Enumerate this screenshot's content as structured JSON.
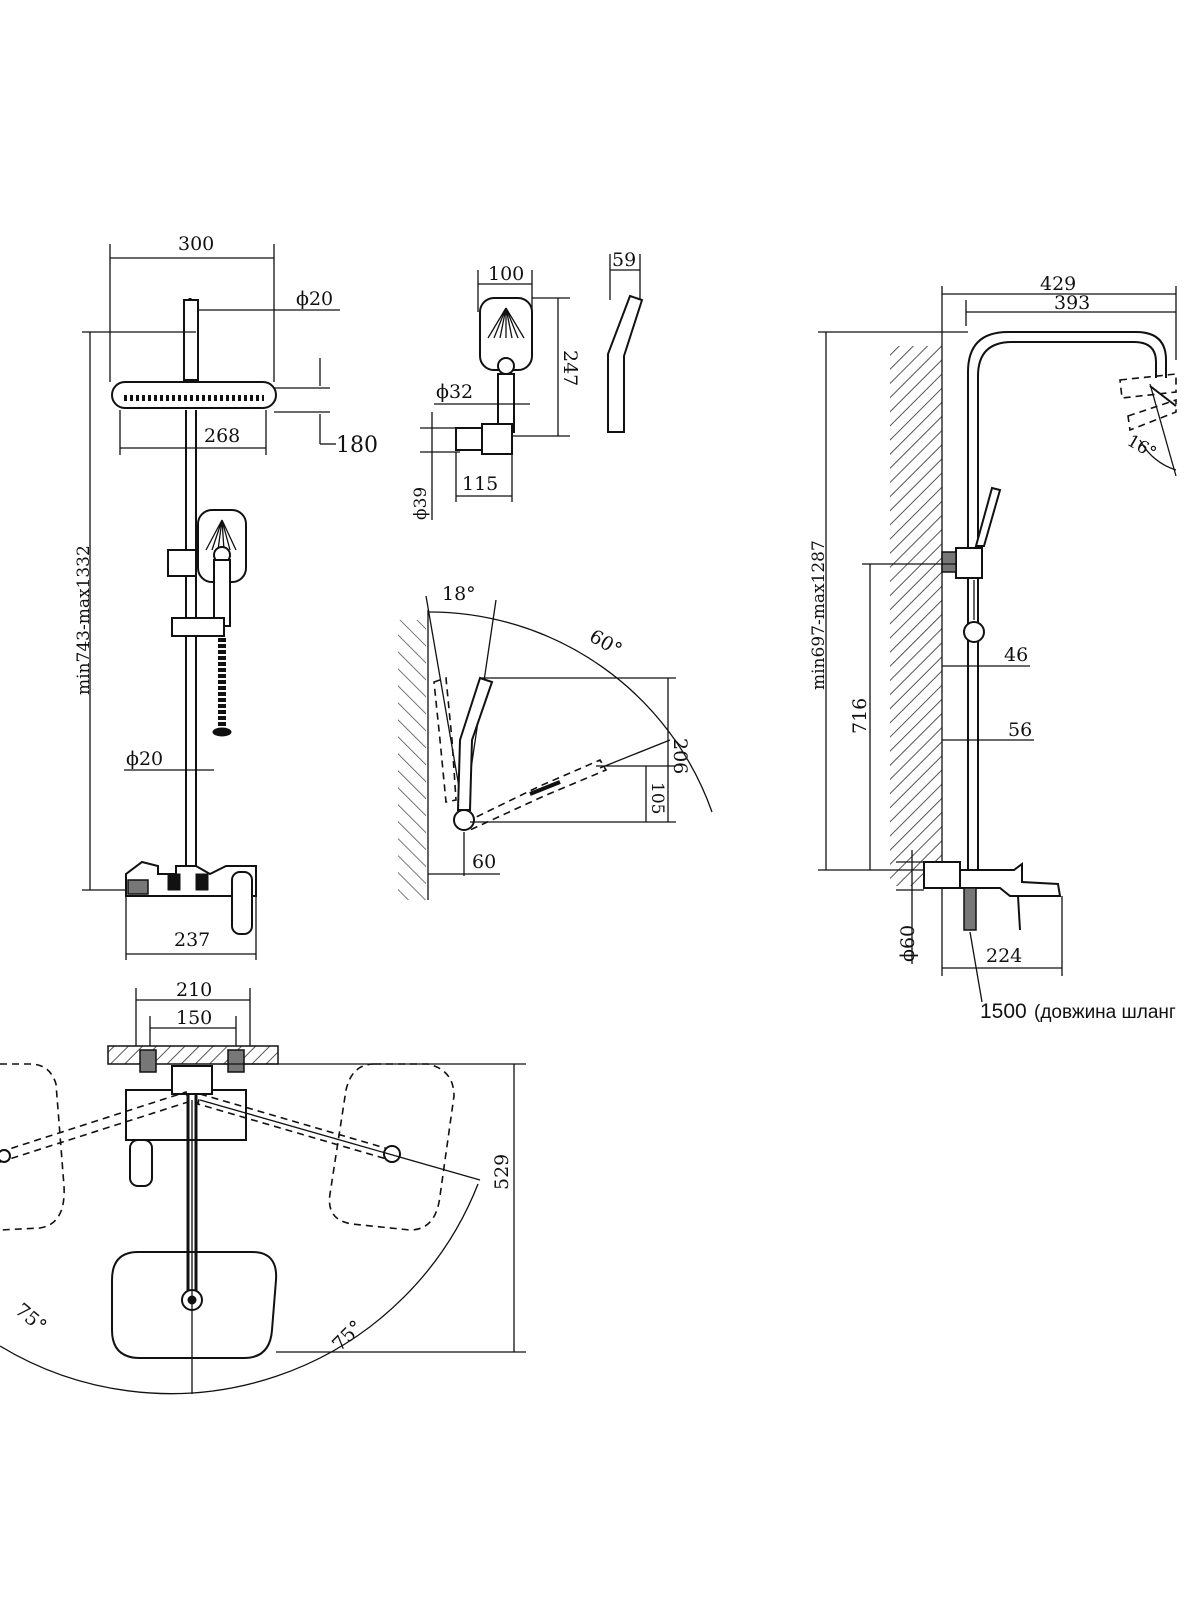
{
  "colors": {
    "line": "#111111",
    "background": "#ffffff",
    "hatch": "#555555"
  },
  "front_view": {
    "width_top": "300",
    "pipe_diameter_top": "ϕ20",
    "head_thickness": "180",
    "head_inner_width": "268",
    "height_range": "min743-max1332",
    "pipe_diameter_lower": "ϕ20",
    "mixer_width": "237"
  },
  "hand_shower": {
    "width": "100",
    "length": "247",
    "handle_diameter": "ϕ32",
    "holder_diameter": "ϕ39",
    "holder_length": "115",
    "side_depth": "59"
  },
  "tilt_view": {
    "angle_small": "18°",
    "angle_large": "60°",
    "height_206": "206",
    "height_105": "105",
    "offset_60": "60"
  },
  "side_view": {
    "width_outer": "429",
    "width_inner": "393",
    "head_angle": "16°",
    "height_range": "min697-max1287",
    "height_716": "716",
    "offset_46": "46",
    "offset_56": "56",
    "mount_diameter": "ϕ60",
    "mixer_depth": "224",
    "hose_length": "1500",
    "hose_note": "(довжина шланг"
  },
  "top_view": {
    "width_210": "210",
    "width_150": "150",
    "depth_529": "529",
    "angle_left": "75°",
    "angle_right": "75°"
  }
}
